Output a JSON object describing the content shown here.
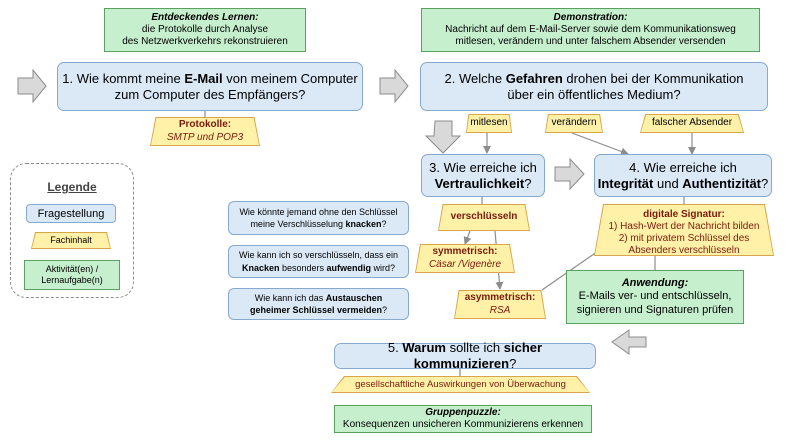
{
  "top_activities": {
    "left": {
      "title": "Entdeckendes Lernen:",
      "line1": "die Protokolle durch Analyse",
      "line2": "des Netzwerkverkehrs rekonstruieren"
    },
    "right": {
      "title": "Demonstration:",
      "line1": "Nachricht auf dem E-Mail-Server sowie dem Kommunikationsweg",
      "line2": "mitlesen, verändern und unter falschem Absender versenden"
    }
  },
  "q1": {
    "prefix": "1. Wie kommt meine ",
    "bold": "E-Mail",
    "suffix": " von meinem Computer",
    "line2": "zum Computer des Empfängers?"
  },
  "q2": {
    "prefix": "2. Welche ",
    "bold": "Gefahren",
    "suffix": " drohen bei der Kommunikation",
    "line2": "über ein öffentliches Medium?"
  },
  "protocols": {
    "title": "Protokolle:",
    "value": "SMTP und POP3"
  },
  "threats": [
    "mitlesen",
    "verändern",
    "falscher Absender"
  ],
  "q3": {
    "line1": "3. Wie erreiche ich",
    "bold": "Vertraulichkeit",
    "suffix": "?"
  },
  "q4": {
    "line1": "4. Wie erreiche ich",
    "bold1": "Integrität",
    "mid": " und ",
    "bold2": "Authentizität",
    "suffix": "?"
  },
  "legend": {
    "title": "Legende",
    "question": "Fragestellung",
    "content": "Fachinhalt",
    "activity_line1": "Aktivität(en) /",
    "activity_line2": "Lernaufgabe(n)"
  },
  "subquestions": [
    {
      "line1": "Wie könnte jemand ohne den Schlüssel",
      "line2_pre": "meine Verschlüsselung ",
      "line2_bold": "knacken",
      "line2_post": "?"
    },
    {
      "line1": "Wie kann ich so verschlüsseln, dass ein",
      "line2_bold1": "Knacken",
      "line2_mid": " besonders ",
      "line2_bold2": "aufwendig",
      "line2_post": " wird?"
    },
    {
      "line1_pre": "Wie kann ich das ",
      "line1_bold": "Austauschen",
      "line2_bold": "geheimer Schlüssel vermeiden",
      "line2_post": "?"
    }
  ],
  "encryption": {
    "label": "verschlüsseln"
  },
  "symmetric": {
    "title": "symmetrisch:",
    "value": "Cäsar /Vigenère"
  },
  "asymmetric": {
    "title": "asymmetrisch:",
    "value": "RSA"
  },
  "signature": {
    "title": "digitale Signatur:",
    "line1": "1) Hash-Wert der Nachricht bilden",
    "line2": "2) mit privatem Schlüssel des",
    "line3": "Absenders verschlüsseln"
  },
  "application": {
    "title": "Anwendung:",
    "line1": "E-Mails ver- und entschlüsseln,",
    "line2": "signieren und Signaturen prüfen"
  },
  "q5": {
    "prefix": "5. ",
    "bold1": "Warum",
    "mid": " sollte ich ",
    "bold2": "sicher kommunizieren",
    "suffix": "?"
  },
  "surveillance": {
    "label": "gesellschaftliche Auswirkungen von Überwachung"
  },
  "puzzle": {
    "title": "Gruppenpuzzle:",
    "line1": "Konsequenzen unsicheren Kommunizierens erkennen"
  },
  "colors": {
    "question_fill": "#dbe9f7",
    "content_fill": "#fff2a8",
    "activity_fill": "#c6efce",
    "connector": "#8c8c8c"
  }
}
